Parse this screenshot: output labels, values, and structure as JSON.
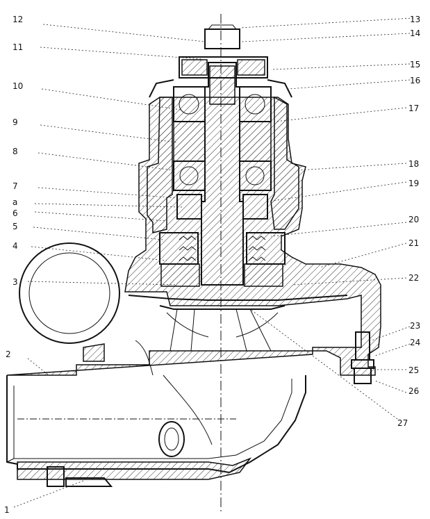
{
  "labels": [
    "1",
    "2",
    "3",
    "4",
    "5",
    "6",
    "a",
    "7",
    "8",
    "9",
    "10",
    "11",
    "12",
    "13",
    "14",
    "15",
    "16",
    "17",
    "18",
    "19",
    "20",
    "21",
    "22",
    "23",
    "24",
    "25",
    "26",
    "27"
  ],
  "colors": {
    "ink": "#111111",
    "paper": "#ffffff"
  }
}
